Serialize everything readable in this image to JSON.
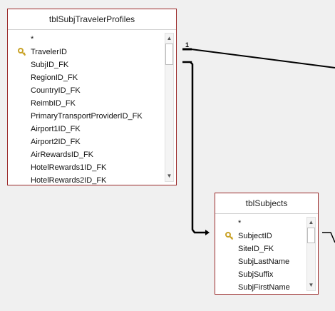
{
  "tables": {
    "profiles": {
      "title": "tblSubjTravelerProfiles",
      "fields": [
        {
          "name": "*",
          "key": false
        },
        {
          "name": "TravelerID",
          "key": true
        },
        {
          "name": "SubjID_FK",
          "key": false
        },
        {
          "name": "RegionID_FK",
          "key": false
        },
        {
          "name": "CountryID_FK",
          "key": false
        },
        {
          "name": "ReimbID_FK",
          "key": false
        },
        {
          "name": "PrimaryTransportProviderID_FK",
          "key": false
        },
        {
          "name": "Airport1ID_FK",
          "key": false
        },
        {
          "name": "Airport2ID_FK",
          "key": false
        },
        {
          "name": "AirRewardsID_FK",
          "key": false
        },
        {
          "name": "HotelRewards1ID_FK",
          "key": false
        },
        {
          "name": "HotelRewards2ID_FK",
          "key": false
        }
      ],
      "scroll_fraction": 0.0
    },
    "subjects": {
      "title": "tblSubjects",
      "fields": [
        {
          "name": "*",
          "key": false
        },
        {
          "name": "SubjectID",
          "key": true
        },
        {
          "name": "SiteID_FK",
          "key": false
        },
        {
          "name": "SubjLastName",
          "key": false
        },
        {
          "name": "SubjSuffix",
          "key": false
        },
        {
          "name": "SubjFirstName",
          "key": false
        }
      ],
      "scroll_fraction": 0.0
    }
  },
  "relationships": {
    "one_to_many_label": "1"
  },
  "icons": {
    "primary_key": "key-icon",
    "scroll_up": "arrow-up-icon",
    "scroll_down": "arrow-down-icon"
  },
  "colors": {
    "table_border": "#9b2a2a",
    "key_icon": "#c9a227",
    "line": "#000000",
    "background": "#f0f0f0"
  }
}
